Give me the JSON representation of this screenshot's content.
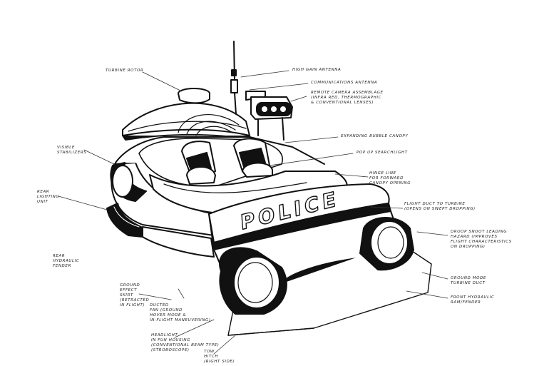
{
  "colors": {
    "ink": "#111111",
    "paper": "#ffffff",
    "label": "#222222"
  },
  "vehicle": {
    "hood_lettering": "POLICE"
  },
  "annotations": [
    {
      "id": "turbine-rotor",
      "text": "TURBINE ROTOR"
    },
    {
      "id": "high-gain-antenna",
      "text": "HIGH GAIN ANTENNA"
    },
    {
      "id": "communications-antenna",
      "text": "COMMUNICATIONS ANTENNA"
    },
    {
      "id": "remote-camera-assemblage",
      "text": "REMOTE CAMERA ASSEMBLAGE\n(INFRA RED, THERMOGRAPHIC\n& CONVENTIONAL LENSES)"
    },
    {
      "id": "expanding-bubble-canopy",
      "text": "EXPANDING BUBBLE CANOPY"
    },
    {
      "id": "pop-up-searchlight",
      "text": "POP UP SEARCHLIGHT"
    },
    {
      "id": "hinge-line",
      "text": "HINGE LINE\nFOR FORWARD\nCANOPY OPENING"
    },
    {
      "id": "flight-duct",
      "text": "FLIGHT DUCT TO TURBINE\n(OPENS ON SWEPT DROPPING)"
    },
    {
      "id": "droop-snoot",
      "text": "DROOP SNOOT LEADING\nHAZARD (IMPROVES\nFLIGHT CHARACTERISTICS\nON DROPPING)"
    },
    {
      "id": "ground-mode-turbine-duct",
      "text": "GROUND MODE\nTURBINE DUCT"
    },
    {
      "id": "front-hydraulic-ram",
      "text": "FRONT HYDRAULIC\nRAM/FENDER"
    },
    {
      "id": "visible-stabilizers",
      "text": "VISIBLE\nSTABILIZERS"
    },
    {
      "id": "rear-lighting",
      "text": "REAR\nLIGHTING\nUNIT"
    },
    {
      "id": "rear-hydraulic-fender",
      "text": "REAR\nHYDRAULIC\nFENDER"
    },
    {
      "id": "ground-effect-skirt",
      "text": "GROUND\nEFFECT\nSKIRT\n(RETRACTED\nIN FLIGHT)"
    },
    {
      "id": "ducted-fan",
      "text": "DUCTED\nFAN (GROUND\nHOVER MODE &\nIN-FLIGHT MANEUVERING)"
    },
    {
      "id": "headlight",
      "text": "HEADLIGHT\nIN FUN HOUSING\n(CONVENTIONAL BEAM TYPE)\n(STROBOSCOPE)"
    },
    {
      "id": "tow-hitch",
      "text": "TOW\nHITCH\n(RIGHT SIDE)"
    }
  ]
}
